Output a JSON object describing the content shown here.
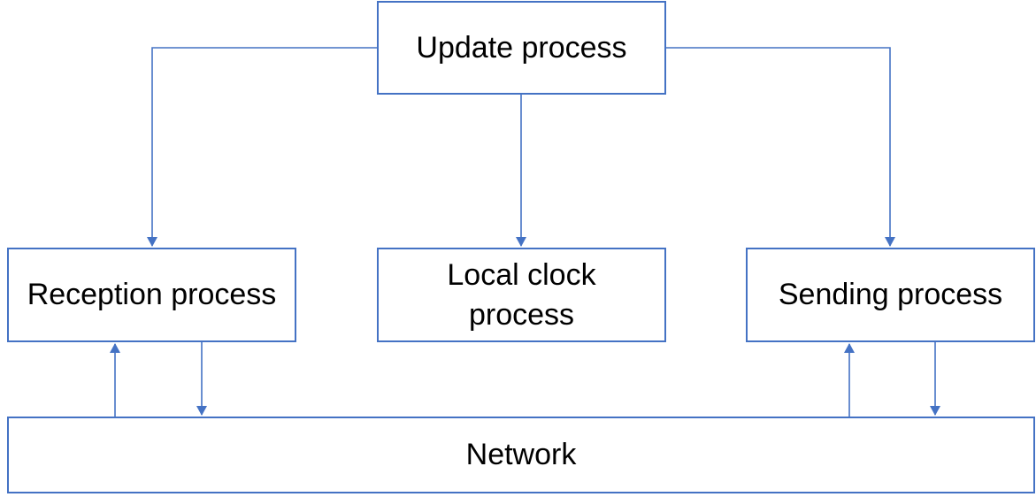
{
  "colors": {
    "box_border": "#4472c4",
    "edge": "#4472c4",
    "text": "#000000",
    "background": "#ffffff"
  },
  "nodes": {
    "update": {
      "label": "Update process"
    },
    "reception": {
      "label": "Reception process"
    },
    "clock": {
      "label": "Local clock process"
    },
    "sending": {
      "label": "Sending process"
    },
    "network": {
      "label": "Network"
    }
  },
  "edges": [
    {
      "from": "update",
      "to": "reception"
    },
    {
      "from": "update",
      "to": "clock"
    },
    {
      "from": "update",
      "to": "sending"
    },
    {
      "from": "network",
      "to": "reception"
    },
    {
      "from": "reception",
      "to": "network"
    },
    {
      "from": "network",
      "to": "sending"
    },
    {
      "from": "sending",
      "to": "network"
    }
  ]
}
